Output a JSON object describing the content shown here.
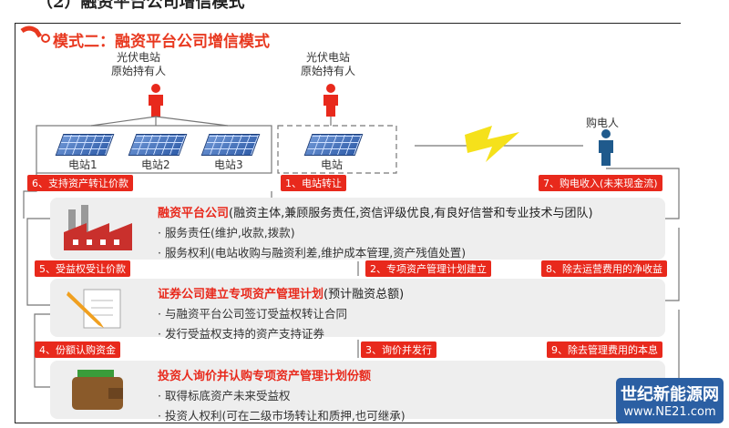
{
  "heading": "（2）融资平台公司增信模式",
  "title": "模式二：融资平台公司增信模式",
  "owner_label_1": "光伏电站",
  "owner_label_2": "原始持有人",
  "stations": [
    "电站1",
    "电站2",
    "电站3"
  ],
  "station_single": "电站",
  "buyer": "购电人",
  "steps": {
    "s1": "1、电站转让",
    "s2": "2、专项资产管理计划建立",
    "s3": "3、询价并发行",
    "s4": "4、份额认购资金",
    "s5": "5、受益权受让价款",
    "s6": "6、支持资产转让价款",
    "s7": "7、购电收入(未来现金流)",
    "s8": "8、除去运营费用的净收益",
    "s9": "9、除去管理费用的本息"
  },
  "box1": {
    "title": "融资平台公司",
    "desc": "(融资主体,兼顾服务责任,资信评级优良,有良好信誉和专业技术与团队)",
    "l1": "· 服务责任(维护,收款,拨款)",
    "l2": "· 服务权利(电站收购与融资利差,维护成本管理,资产残值处置)"
  },
  "box2": {
    "title": "证券公司建立专项资产管理计划",
    "desc": "(预计融资总额)",
    "l1": "· 与融资平台公司签订受益权转让合同",
    "l2": "· 发行受益权支持的资产支持证券"
  },
  "box3": {
    "title": "投资人询价并认购专项资产管理计划份额",
    "l1": "· 取得标底资产未来受益权",
    "l2": "· 投资人权利(可在二级市场转让和质押,也可继承)"
  },
  "watermark": {
    "name": "世纪新能源网",
    "url": "www.NE21.com"
  },
  "colors": {
    "accent": "#e8291c",
    "buyer": "#1f5a8c"
  }
}
